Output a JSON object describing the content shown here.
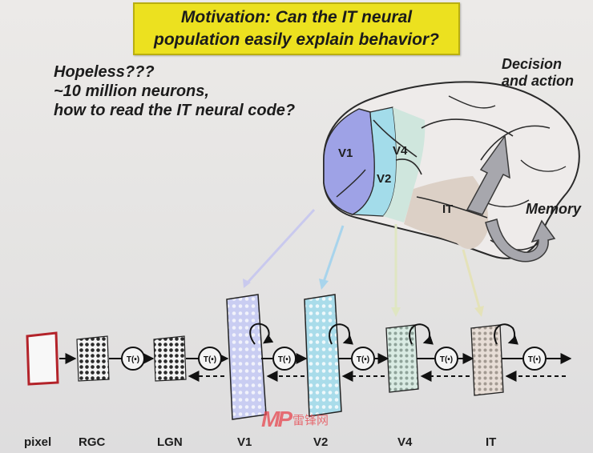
{
  "title": {
    "line1": "Motivation:  Can the IT neural",
    "line2": "population easily explain behavior?"
  },
  "hopeless": {
    "line1": "Hopeless???",
    "line2": "~10 million neurons,",
    "line3": "how to read the IT neural code?"
  },
  "brain": {
    "v1": "V1",
    "v2": "V2",
    "v4": "V4",
    "it": "IT",
    "decision_line1": "Decision",
    "decision_line2": "and action",
    "memory": "Memory"
  },
  "pipeline": {
    "operator": "T(•)",
    "labels": {
      "pixel": "pixel",
      "rgc": "RGC",
      "lgn": "LGN",
      "v1": "V1",
      "v2": "V2",
      "v4": "V4",
      "it": "IT"
    }
  },
  "colors": {
    "title_bg": "#ece11f",
    "v1": "#9ea2e6",
    "v2": "#a3dcea",
    "v4": "#cfe6dd",
    "it": "#dcd0c6",
    "pixel_frame": "#b3232a"
  },
  "watermark": {
    "logo": "MP",
    "text": "雷锋网"
  }
}
